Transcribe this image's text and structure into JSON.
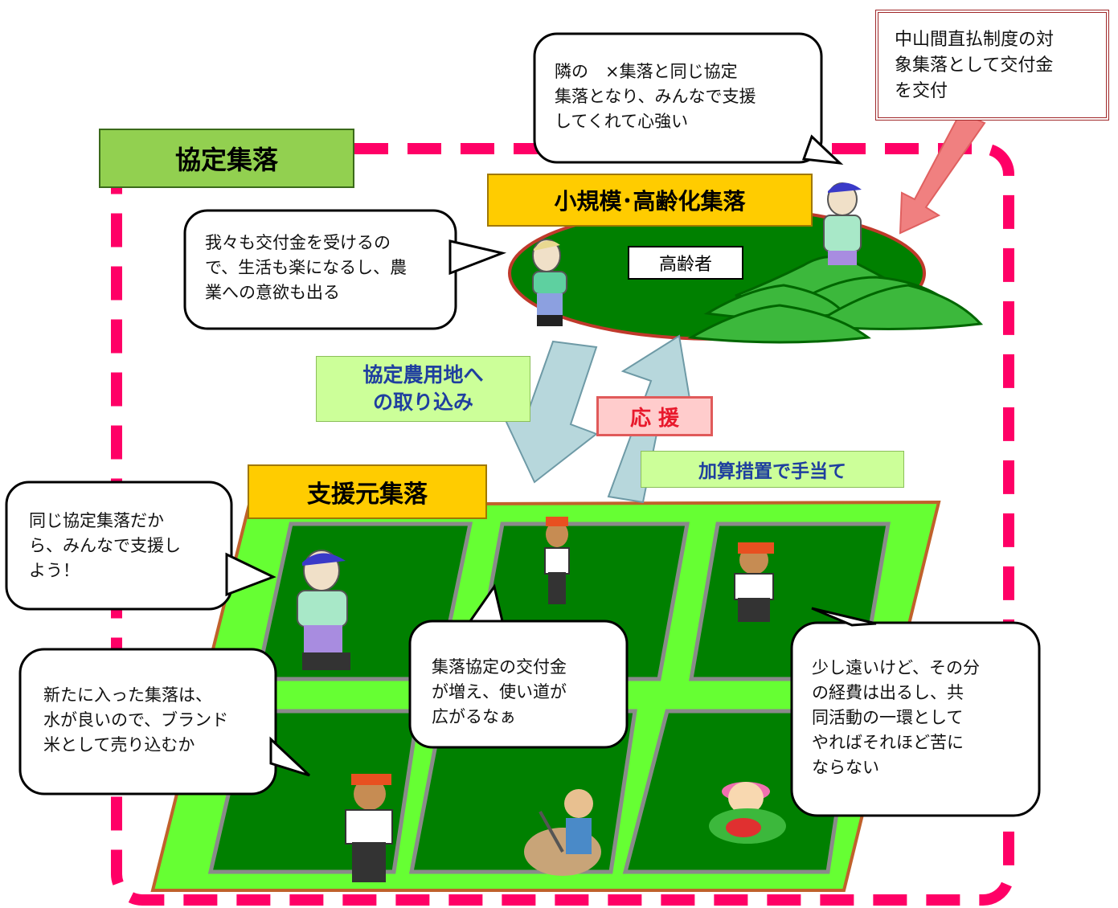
{
  "labels": {
    "kyotei_shuraku": "協定集落",
    "small_aging": "小規模･高齢化集落",
    "support_origin": "支援元集落",
    "elderly": "高齢者",
    "incorporate": "協定農用地へ\nの取り込み",
    "support": "応 援",
    "additional": "加算措置で手当て",
    "subsidy_box": "中山間直払制度の対\n象集落として交付金\nを交付"
  },
  "bubbles": {
    "neighbor": "隣の　×集落と同じ協定\n集落となり、みんなで支援\nしてくれて心強い",
    "we_too": "我々も交付金を受けるの\nで、生活も楽になるし、農\n業への意欲も出る",
    "same_group": "同じ協定集落だか\nら、みんなで支援し\nよう！",
    "new_village": "新たに入った集落は、\n水が良いので、ブランド\n米として売り込むか",
    "grant_up": "集落協定の交付金\nが増え、使い道が\n広がるなぁ",
    "far": "少し遠いけど、その分\nの経費は出るし、共\n同活動の一環として\nやればそれほど苦に\nならない"
  },
  "colors": {
    "dash_border": "#ff0066",
    "green_label": "#92d050",
    "yellow_label": "#ffcc00",
    "field_light": "#66ff33",
    "field_dark": "#008000",
    "arrow_fill": "#b7d7dc",
    "text_blue": "#1f3f9f",
    "support_red": "#e8192c",
    "pink_arrow": "#f08080",
    "subsidy_border": "#a0282a"
  }
}
